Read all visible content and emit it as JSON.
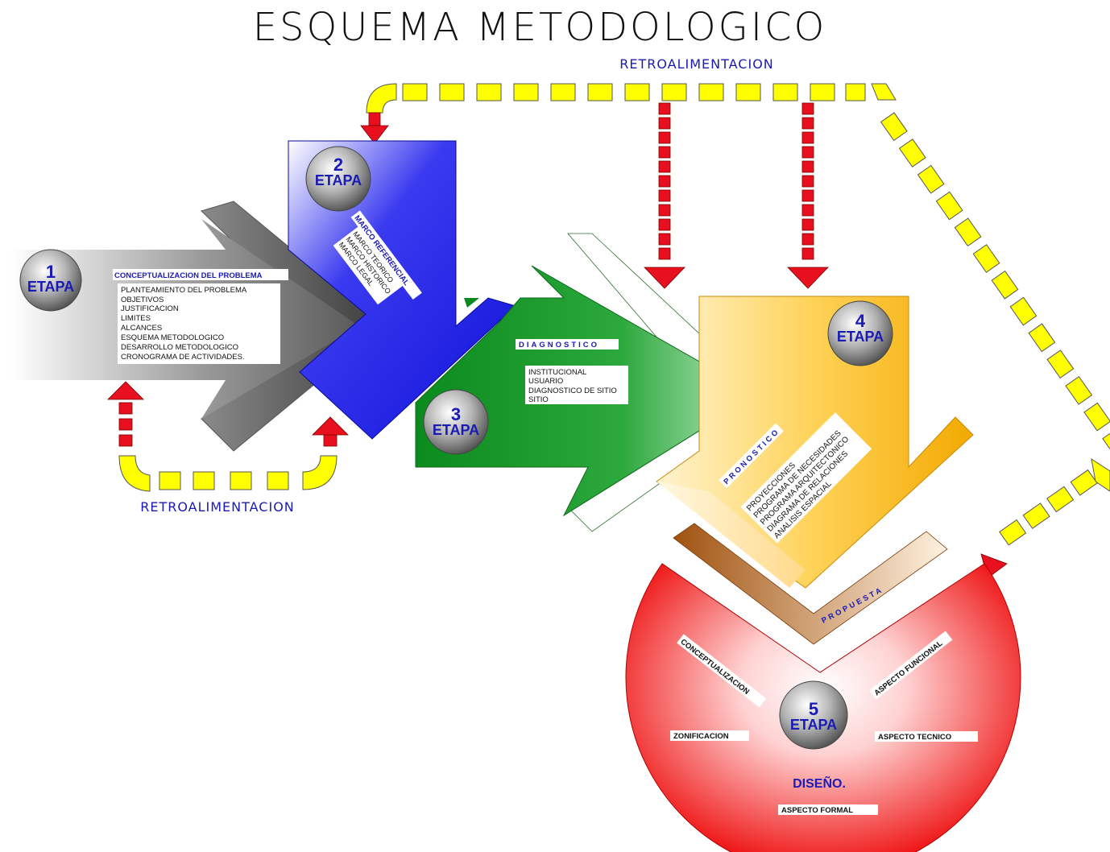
{
  "title": "ESQUEMA METODOLOGICO",
  "feedback_top": "RETROALIMENTACION",
  "feedback_bottom": "RETROALIMENTACION",
  "stages": [
    {
      "number": "1",
      "stage_word": "ETAPA",
      "heading": "CONCEPTUALIZACION DEL PROBLEMA",
      "items": [
        "PLANTEAMIENTO DEL PROBLEMA",
        "OBJETIVOS",
        "JUSTIFICACION",
        "LIMITES",
        "ALCANCES",
        "ESQUEMA METODOLOGICO",
        "DESARROLLO METODOLOGICO",
        "CRONOGRAMA DE ACTIVIDADES."
      ],
      "color": "#6e6e6e"
    },
    {
      "number": "2",
      "stage_word": "ETAPA",
      "heading": "MARCO REFERENCIAL",
      "items": [
        "MARCO TEORICO",
        "MARCO HISTORICO",
        "MARCO LEGAL"
      ],
      "color": "#1414e6"
    },
    {
      "number": "3",
      "stage_word": "ETAPA",
      "heading": "DIAGNOSTICO",
      "items": [
        "INSTITUCIONAL",
        "USUARIO",
        "DIAGNOSTICO DE SITIO",
        "SITIO"
      ],
      "color": "#0a8a1e"
    },
    {
      "number": "4",
      "stage_word": "ETAPA",
      "heading": "PRONOSTICO",
      "items": [
        "PROYECCIONES",
        "PROGRAMA DE NECESIDADES",
        "PROGRAMA ARQUITECTONICO",
        "DIAGRAMA DE RELACIONES",
        "ANALISIS ESPACIAL"
      ],
      "color": "#f5a800"
    },
    {
      "number": "5",
      "stage_word": "ETAPA",
      "heading": "PROPUESTA",
      "items": [
        "CONCEPTUALIZACION",
        "ASPECTO FUNCIONAL",
        "ZONIFICACION",
        "ASPECTO TECNICO",
        "DISEÑO.",
        "ASPECTO FORMAL"
      ],
      "color": "#ee1010"
    }
  ],
  "colors": {
    "feedback_yellow": "#ffff00",
    "feedback_red": "#e8101e",
    "label_blue": "#1a1ab4"
  }
}
